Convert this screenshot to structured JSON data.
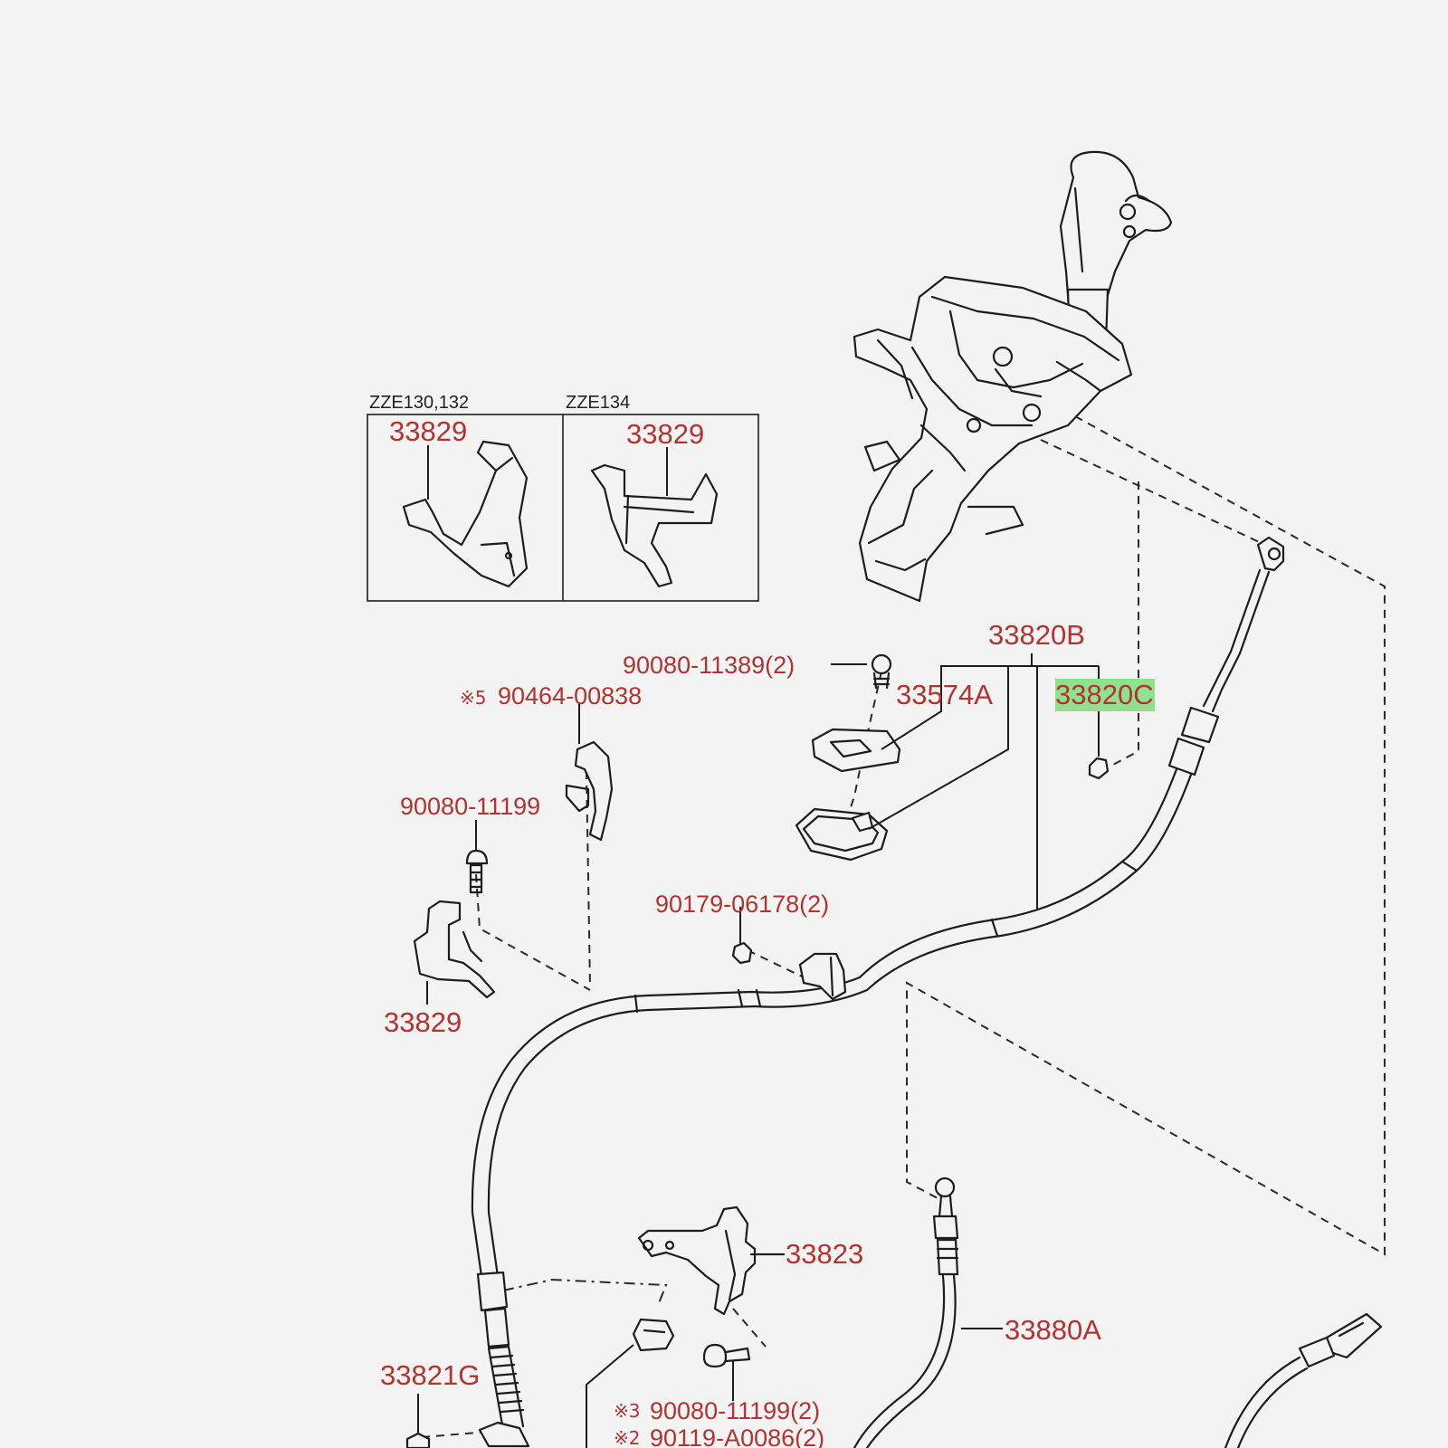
{
  "inset": {
    "variant_left": "ZZE130,132",
    "variant_right": "ZZE134",
    "part_left": "33829",
    "part_right": "33829"
  },
  "labels": {
    "p33820B": "33820B",
    "p90080_11389": "90080-11389(2)",
    "p33574A": "33574A",
    "p33820C": "33820C",
    "p90464_sym": "※5",
    "p90464": "90464-00838",
    "p90080_11199": "90080-11199",
    "p90179": "90179-06178(2)",
    "p33829": "33829",
    "p33823": "33823",
    "p33880A": "33880A",
    "p33821G": "33821G",
    "p90080_11199_2_sym": "※3",
    "p90080_11199_2": "90080-11199(2)",
    "p90119_sym": "※2",
    "p90119": "90119-A0086(2)"
  },
  "colors": {
    "label": "#b3342f",
    "highlight": "#8fe08f",
    "line": "#1d1d1d",
    "background": "#f3f3f3"
  }
}
